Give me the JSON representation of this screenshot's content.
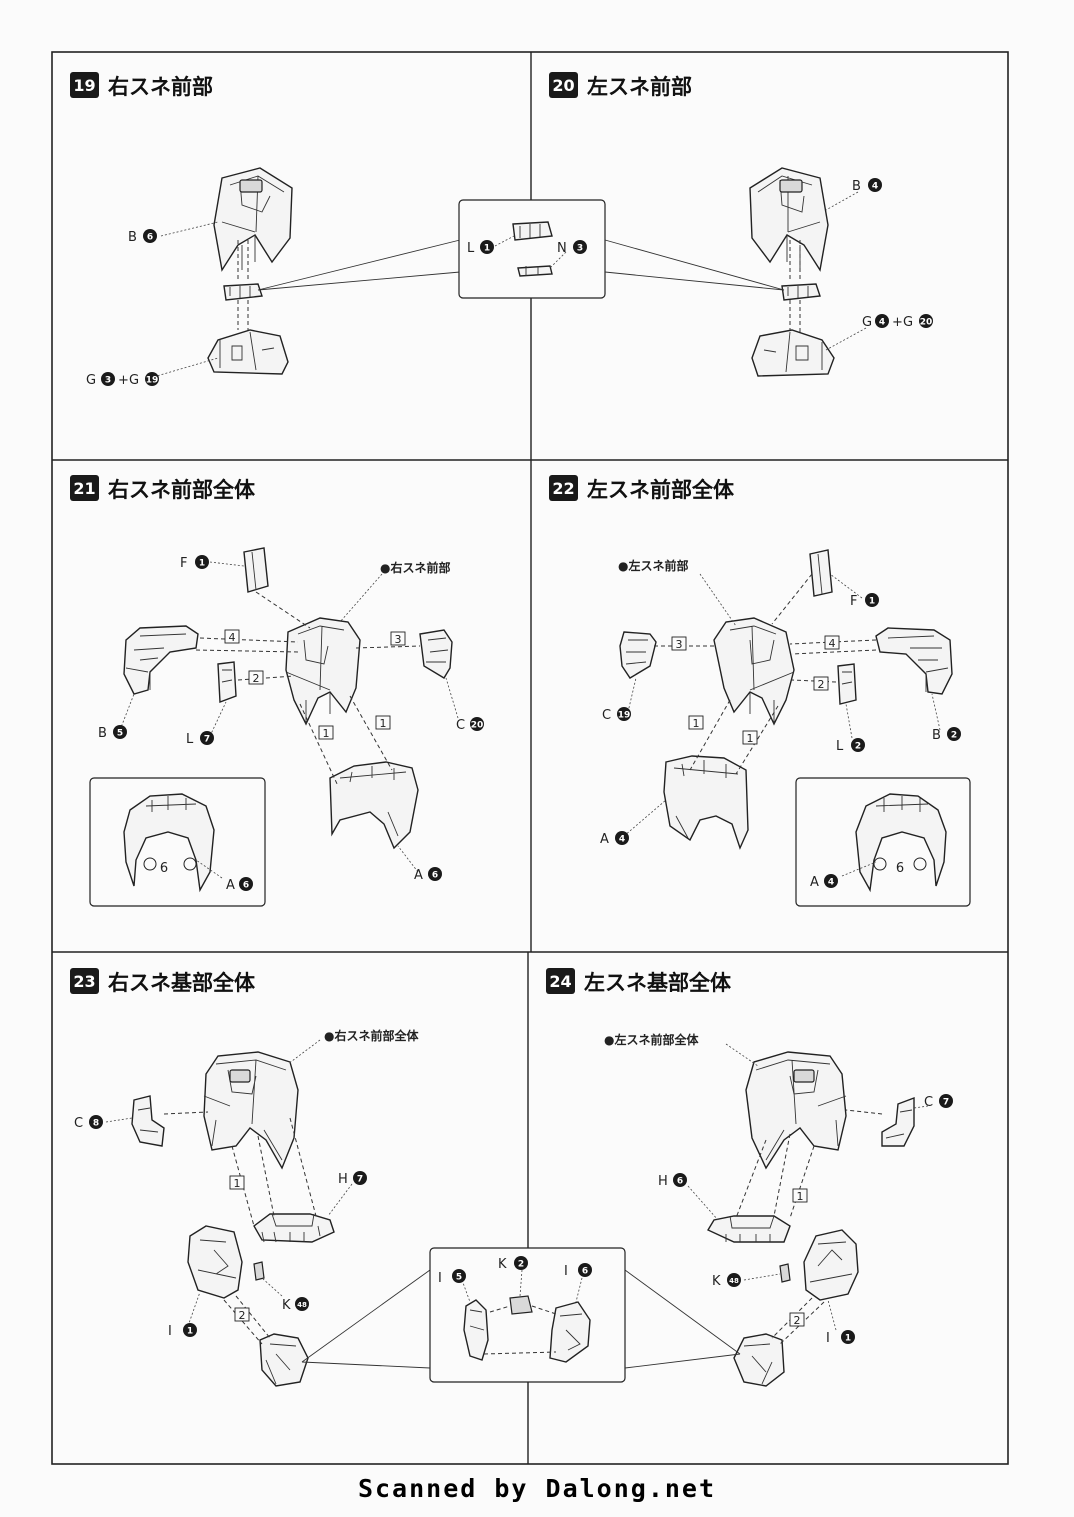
{
  "steps": [
    {
      "num": "19",
      "title": "右スネ前部"
    },
    {
      "num": "20",
      "title": "左スネ前部"
    },
    {
      "num": "21",
      "title": "右スネ前部全体"
    },
    {
      "num": "22",
      "title": "左スネ前部全体"
    },
    {
      "num": "23",
      "title": "右スネ基部全体"
    },
    {
      "num": "24",
      "title": "左スネ基部全体"
    }
  ],
  "p19": {
    "b": {
      "letter": "B",
      "n": "6"
    },
    "g1": {
      "letter": "G",
      "n": "3"
    },
    "plus": "+",
    "g2": {
      "letter": "G",
      "n": "19"
    }
  },
  "shared1920": {
    "l": {
      "letter": "L",
      "n": "1"
    },
    "n": {
      "letter": "N",
      "n": "3"
    }
  },
  "p20": {
    "b": {
      "letter": "B",
      "n": "4"
    },
    "g1": {
      "letter": "G",
      "n": "4"
    },
    "plus": "+",
    "g2": {
      "letter": "G",
      "n": "20"
    }
  },
  "p21": {
    "ref": "●右スネ前部",
    "f": {
      "letter": "F",
      "n": "1"
    },
    "b": {
      "letter": "B",
      "n": "5"
    },
    "l": {
      "letter": "L",
      "n": "7"
    },
    "c": {
      "letter": "C",
      "n": "20"
    },
    "a": {
      "letter": "A",
      "n": "6"
    },
    "a_inset": {
      "letter": "A",
      "n": "6"
    },
    "seq": [
      "4",
      "2",
      "3",
      "1",
      "1"
    ]
  },
  "p22": {
    "ref": "●左スネ前部",
    "f": {
      "letter": "F",
      "n": "1"
    },
    "c": {
      "letter": "C",
      "n": "19"
    },
    "l": {
      "letter": "L",
      "n": "2"
    },
    "b": {
      "letter": "B",
      "n": "2"
    },
    "a": {
      "letter": "A",
      "n": "4"
    },
    "a_inset": {
      "letter": "A",
      "n": "4"
    },
    "seq": [
      "3",
      "4",
      "2",
      "1",
      "1"
    ]
  },
  "p23": {
    "ref": "●右スネ前部全体",
    "c": {
      "letter": "C",
      "n": "8"
    },
    "h": {
      "letter": "H",
      "n": "7"
    },
    "i": {
      "letter": "I",
      "n": "1"
    },
    "k": {
      "letter": "K",
      "n": "48"
    },
    "seq": [
      "1",
      "2"
    ]
  },
  "shared2324": {
    "i1": {
      "letter": "I",
      "n": "5"
    },
    "k": {
      "letter": "K",
      "n": "2"
    },
    "i2": {
      "letter": "I",
      "n": "6"
    }
  },
  "p24": {
    "ref": "●左スネ前部全体",
    "c": {
      "letter": "C",
      "n": "7"
    },
    "h": {
      "letter": "H",
      "n": "6"
    },
    "k": {
      "letter": "K",
      "n": "48"
    },
    "i": {
      "letter": "I",
      "n": "1"
    },
    "seq": [
      "1",
      "2"
    ]
  },
  "footer": "Scanned by Dalong.net"
}
